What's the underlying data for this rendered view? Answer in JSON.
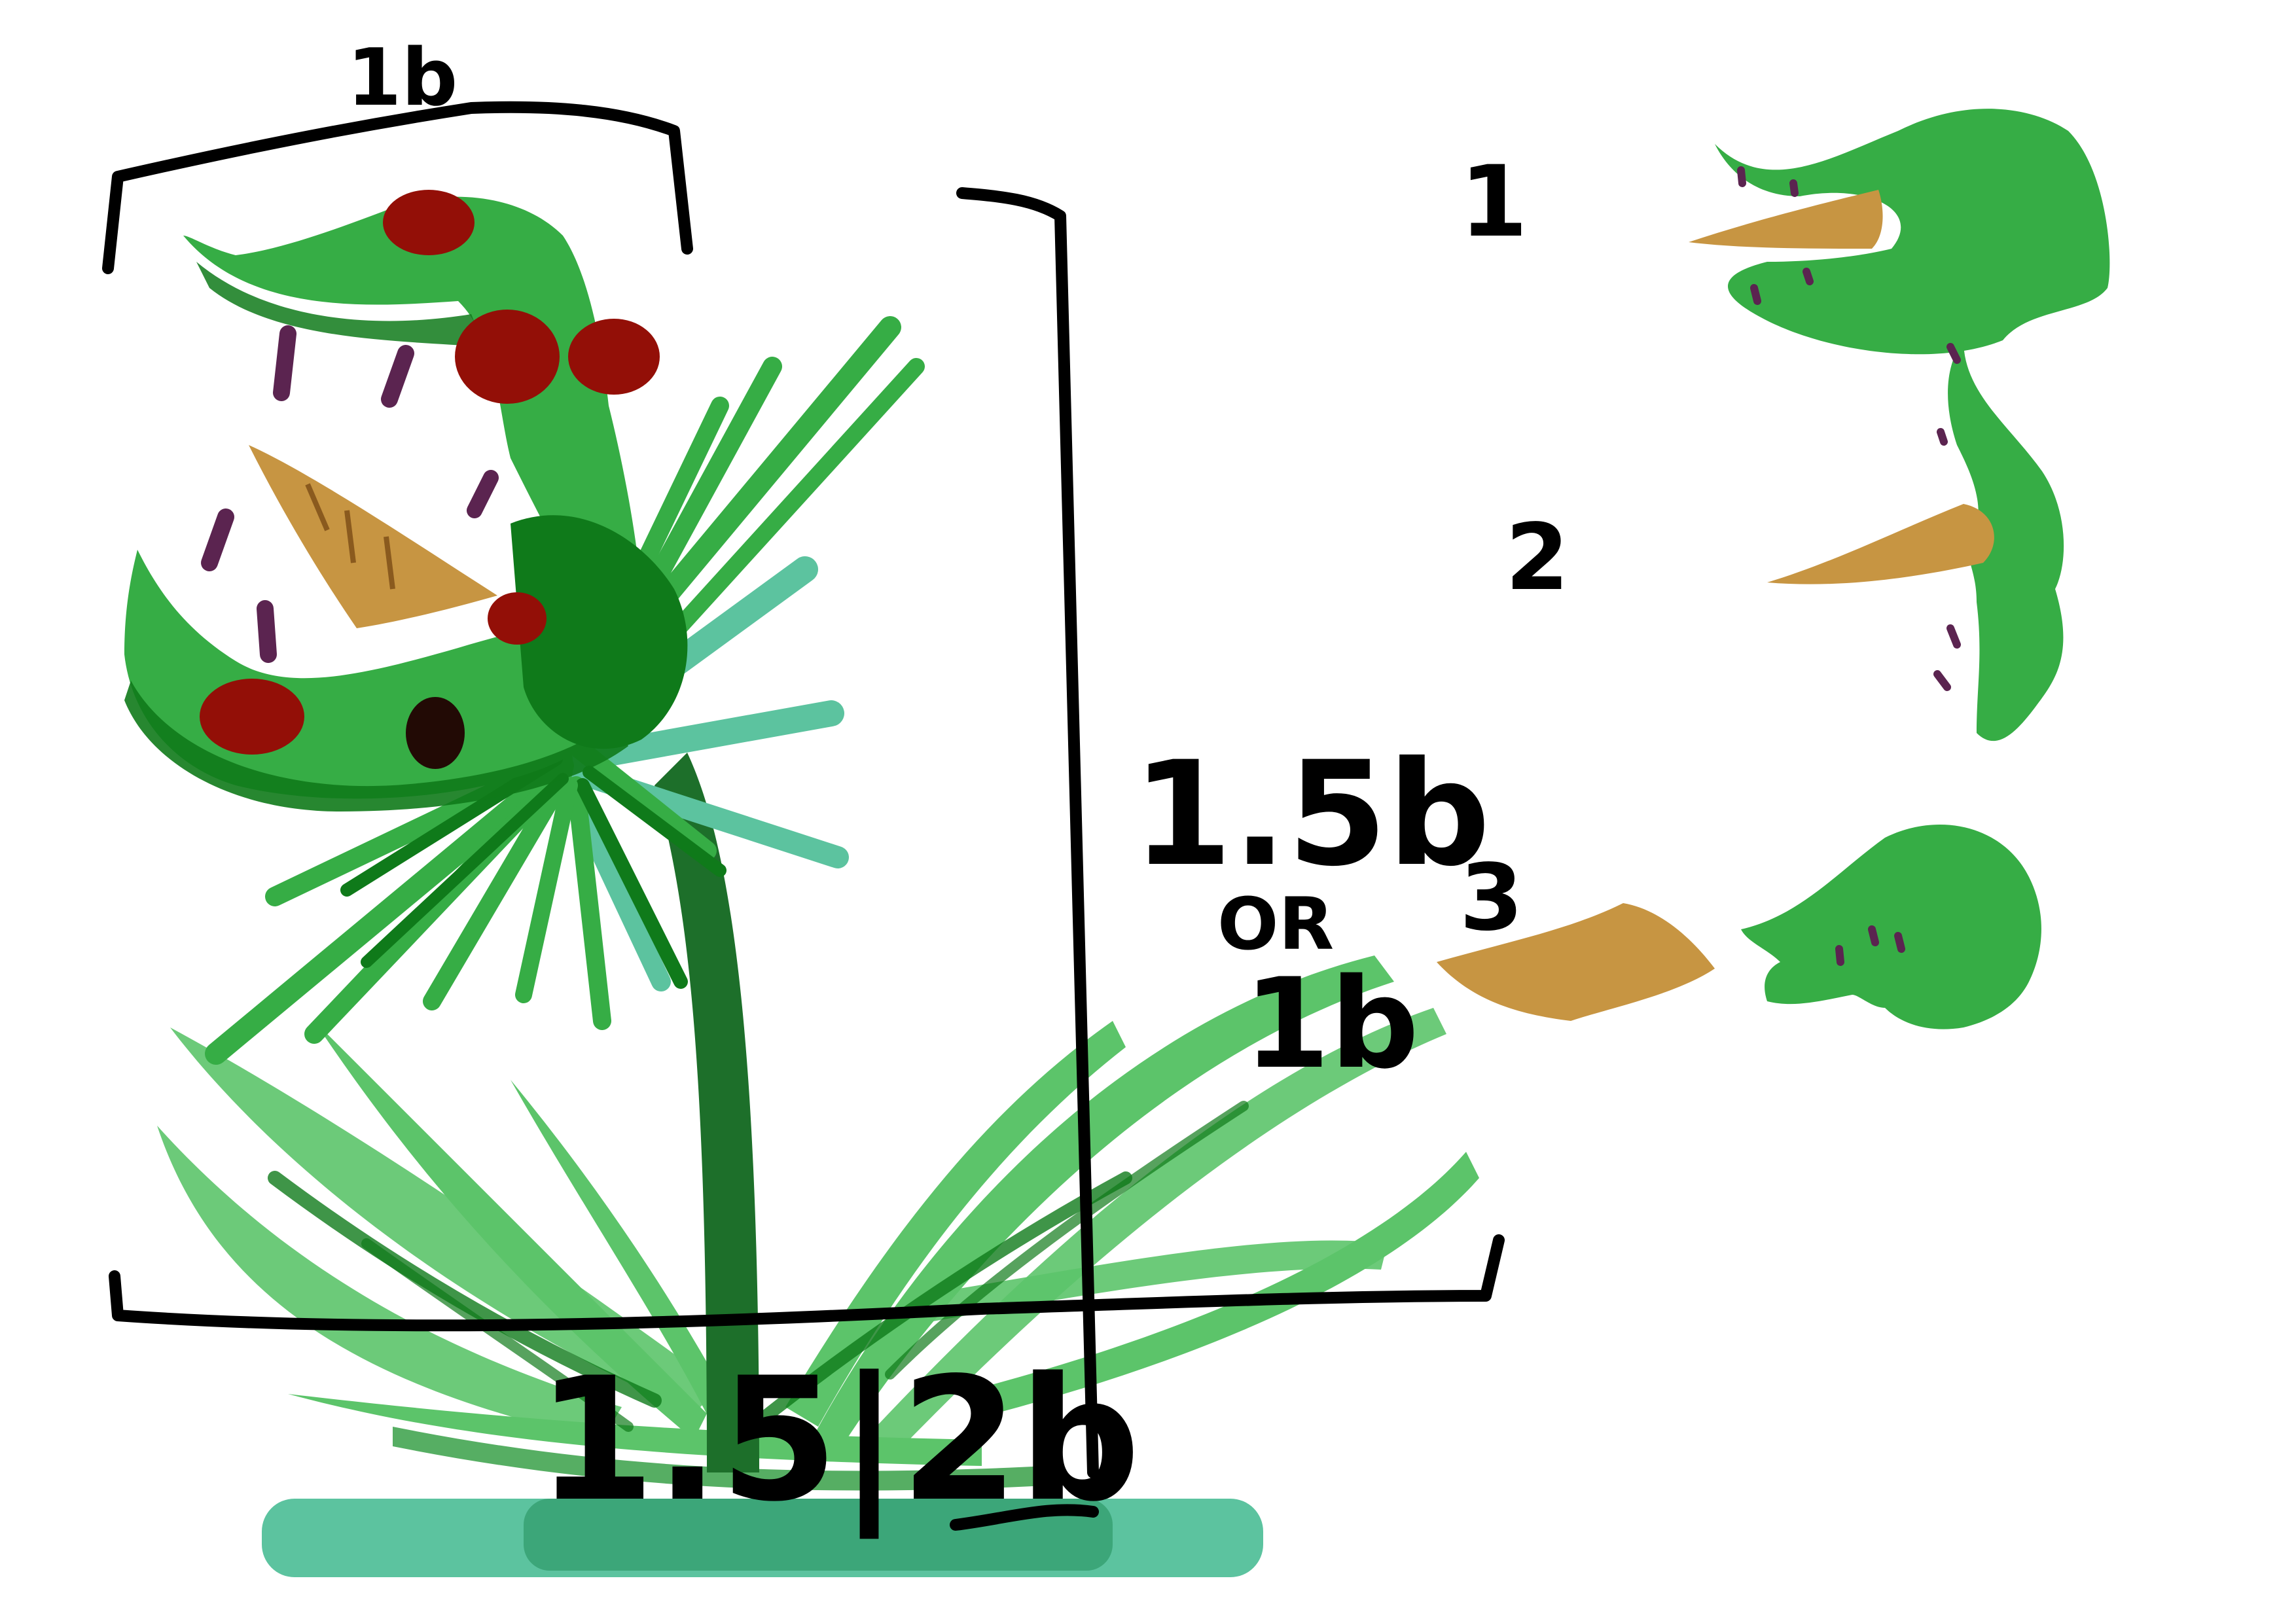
{
  "labels": {
    "width_top": "1b",
    "height_side": "1.5b",
    "or": "OR",
    "height_alt": "1b",
    "width_bottom": "1.5|2b",
    "step_1": "1",
    "step_2": "2",
    "step_3": "3"
  },
  "colors": {
    "head_green": "#36ad45",
    "dark_green": "#0f7a1a",
    "leaf_light": "#5cc46a",
    "leaf_teal": "#5cc39f",
    "stem": "#1d6f2a",
    "spot_red": "#930f07",
    "cone_tan": "#c79542",
    "tooth_purple": "#5b2450",
    "ink": "#000000"
  }
}
